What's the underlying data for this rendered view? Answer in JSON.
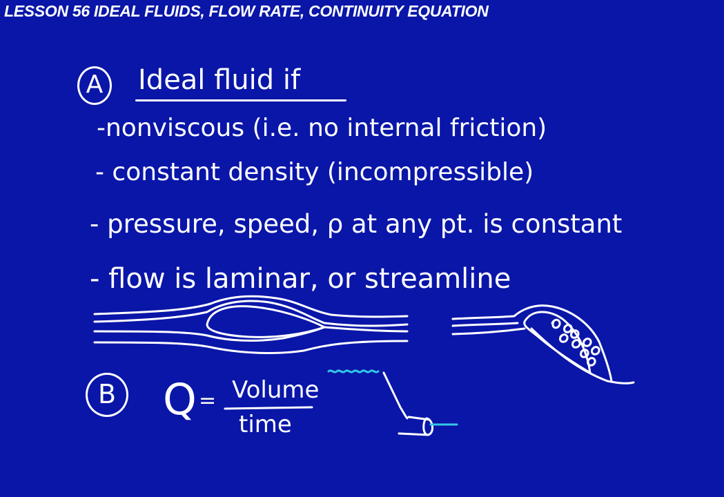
{
  "title": "LESSON 56  IDEAL FLUIDS, FLOW RATE, CONTINUITY EQUATION",
  "sectionA": {
    "label": "A",
    "heading": "Ideal fluid if",
    "bullets": [
      "-nonviscous (i.e. no internal friction)",
      "- constant density (incompressible)",
      "- pressure, speed, ρ at any pt. is constant",
      "- flow is laminar, or streamline"
    ]
  },
  "sectionB": {
    "label": "B",
    "q": "Q",
    "equals": "=",
    "numerator": "Volume",
    "denominator": "time"
  },
  "colors": {
    "background": "#0a16a8",
    "ink": "#ffffff",
    "water": "#33c8e8"
  }
}
